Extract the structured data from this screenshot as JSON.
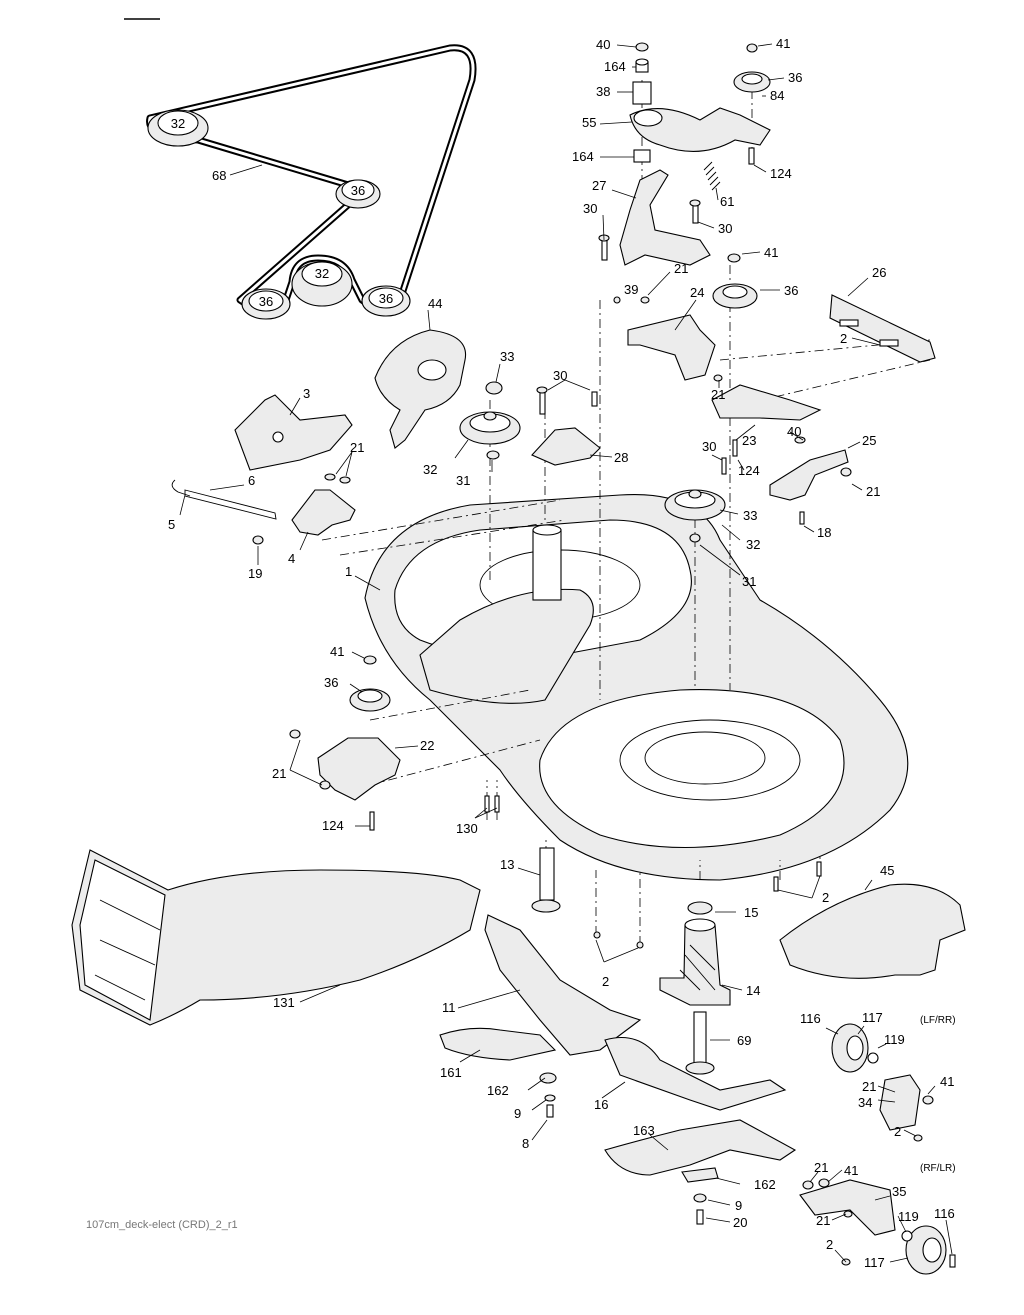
{
  "diagram": {
    "caption": "107cm_deck-elect (CRD)_2_r1",
    "belt_pulleys": [
      "32",
      "36",
      "32",
      "36",
      "36"
    ],
    "parts": [
      {
        "id": "p40",
        "label": "40"
      },
      {
        "id": "p164a",
        "label": "164"
      },
      {
        "id": "p38",
        "label": "38"
      },
      {
        "id": "p55",
        "label": "55"
      },
      {
        "id": "p164b",
        "label": "164"
      },
      {
        "id": "p41a",
        "label": "41"
      },
      {
        "id": "p36a",
        "label": "36"
      },
      {
        "id": "p84",
        "label": "84"
      },
      {
        "id": "p124a",
        "label": "124"
      },
      {
        "id": "p61",
        "label": "61"
      },
      {
        "id": "p27",
        "label": "27"
      },
      {
        "id": "p30a",
        "label": "30"
      },
      {
        "id": "p30b",
        "label": "30"
      },
      {
        "id": "p41b",
        "label": "41"
      },
      {
        "id": "p21a",
        "label": "21"
      },
      {
        "id": "p39",
        "label": "39"
      },
      {
        "id": "p24",
        "label": "24"
      },
      {
        "id": "p36b",
        "label": "36"
      },
      {
        "id": "p26",
        "label": "26"
      },
      {
        "id": "p2a",
        "label": "2"
      },
      {
        "id": "p68",
        "label": "68"
      },
      {
        "id": "p44",
        "label": "44"
      },
      {
        "id": "p33a",
        "label": "33"
      },
      {
        "id": "p30c",
        "label": "30"
      },
      {
        "id": "p21b",
        "label": "21"
      },
      {
        "id": "p23",
        "label": "23"
      },
      {
        "id": "p40b",
        "label": "40"
      },
      {
        "id": "p25",
        "label": "25"
      },
      {
        "id": "p3",
        "label": "3"
      },
      {
        "id": "p21c",
        "label": "21"
      },
      {
        "id": "p32a",
        "label": "32"
      },
      {
        "id": "p31a",
        "label": "31"
      },
      {
        "id": "p28",
        "label": "28"
      },
      {
        "id": "p30d",
        "label": "30"
      },
      {
        "id": "p124b",
        "label": "124"
      },
      {
        "id": "p21d",
        "label": "21"
      },
      {
        "id": "p6",
        "label": "6"
      },
      {
        "id": "p5",
        "label": "5"
      },
      {
        "id": "p33b",
        "label": "33"
      },
      {
        "id": "p18",
        "label": "18"
      },
      {
        "id": "p32b",
        "label": "32"
      },
      {
        "id": "p4",
        "label": "4"
      },
      {
        "id": "p19",
        "label": "19"
      },
      {
        "id": "p31b",
        "label": "31"
      },
      {
        "id": "p1",
        "label": "1"
      },
      {
        "id": "p41c",
        "label": "41"
      },
      {
        "id": "p36c",
        "label": "36"
      },
      {
        "id": "p22",
        "label": "22"
      },
      {
        "id": "p21e",
        "label": "21"
      },
      {
        "id": "p124c",
        "label": "124"
      },
      {
        "id": "p130",
        "label": "130"
      },
      {
        "id": "p13",
        "label": "13"
      },
      {
        "id": "p45",
        "label": "45"
      },
      {
        "id": "p2b",
        "label": "2"
      },
      {
        "id": "p15",
        "label": "15"
      },
      {
        "id": "p2c",
        "label": "2"
      },
      {
        "id": "p14",
        "label": "14"
      },
      {
        "id": "p131",
        "label": "131"
      },
      {
        "id": "p11",
        "label": "11"
      },
      {
        "id": "p116a",
        "label": "116"
      },
      {
        "id": "p117a",
        "label": "117"
      },
      {
        "id": "p69",
        "label": "69"
      },
      {
        "id": "p119a",
        "label": "119"
      },
      {
        "id": "p161",
        "label": "161"
      },
      {
        "id": "p21f",
        "label": "21"
      },
      {
        "id": "p41d",
        "label": "41"
      },
      {
        "id": "p34",
        "label": "34"
      },
      {
        "id": "p162a",
        "label": "162"
      },
      {
        "id": "p16",
        "label": "16"
      },
      {
        "id": "p9a",
        "label": "9"
      },
      {
        "id": "p2d",
        "label": "2"
      },
      {
        "id": "p8",
        "label": "8"
      },
      {
        "id": "p163",
        "label": "163"
      },
      {
        "id": "p21g",
        "label": "21"
      },
      {
        "id": "p41e",
        "label": "41"
      },
      {
        "id": "p162b",
        "label": "162"
      },
      {
        "id": "p35",
        "label": "35"
      },
      {
        "id": "p9b",
        "label": "9"
      },
      {
        "id": "p21h",
        "label": "21"
      },
      {
        "id": "p119b",
        "label": "119"
      },
      {
        "id": "p116b",
        "label": "116"
      },
      {
        "id": "p20",
        "label": "20"
      },
      {
        "id": "p2e",
        "label": "2"
      },
      {
        "id": "p117b",
        "label": "117"
      }
    ],
    "variant_labels": [
      {
        "id": "lfrr",
        "label": "(LF/RR)"
      },
      {
        "id": "rflr",
        "label": "(RF/LR)"
      }
    ]
  }
}
